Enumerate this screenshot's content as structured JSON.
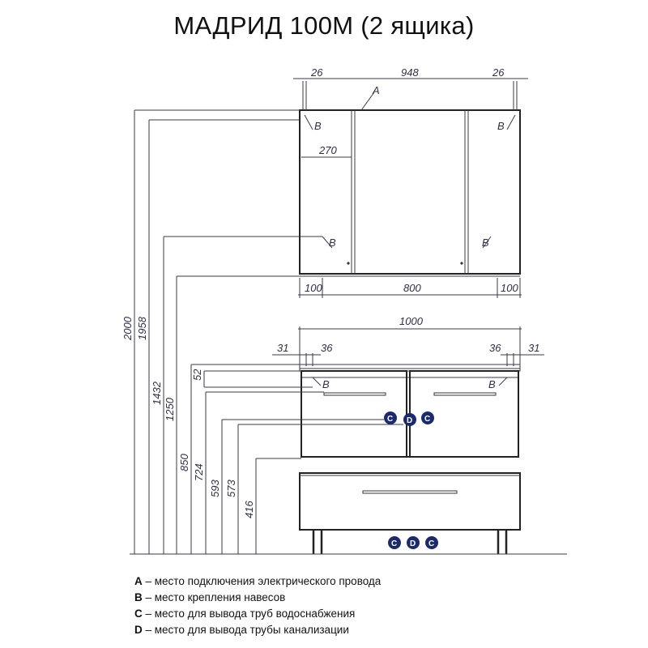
{
  "title": "МАДРИД 100М (2 ящика)",
  "dims": {
    "top_left": "26",
    "top_mid": "948",
    "top_right": "26",
    "door_w": "270",
    "bot_left": "100",
    "bot_mid": "800",
    "bot_right": "100",
    "vanity_w": "1000",
    "left_31": "31",
    "left_36": "36",
    "right_36": "36",
    "right_31": "31",
    "h2000": "2000",
    "h1958": "1958",
    "h1432": "1432",
    "h1250": "1250",
    "h850": "850",
    "h724": "724",
    "h593": "593",
    "h573": "573",
    "h416": "416",
    "h52": "52"
  },
  "markers": {
    "a": "A",
    "b": "B",
    "c": "C",
    "d": "D"
  },
  "marker_color": "#1c2a6b",
  "legend": [
    {
      "letter": "A",
      "text": " – место подключения электрического провода"
    },
    {
      "letter": "B",
      "text": " – место крепления навесов"
    },
    {
      "letter": "C",
      "text": " – место для вывода труб водоснабжения"
    },
    {
      "letter": "D",
      "text": " – место для вывода трубы канализации"
    }
  ]
}
